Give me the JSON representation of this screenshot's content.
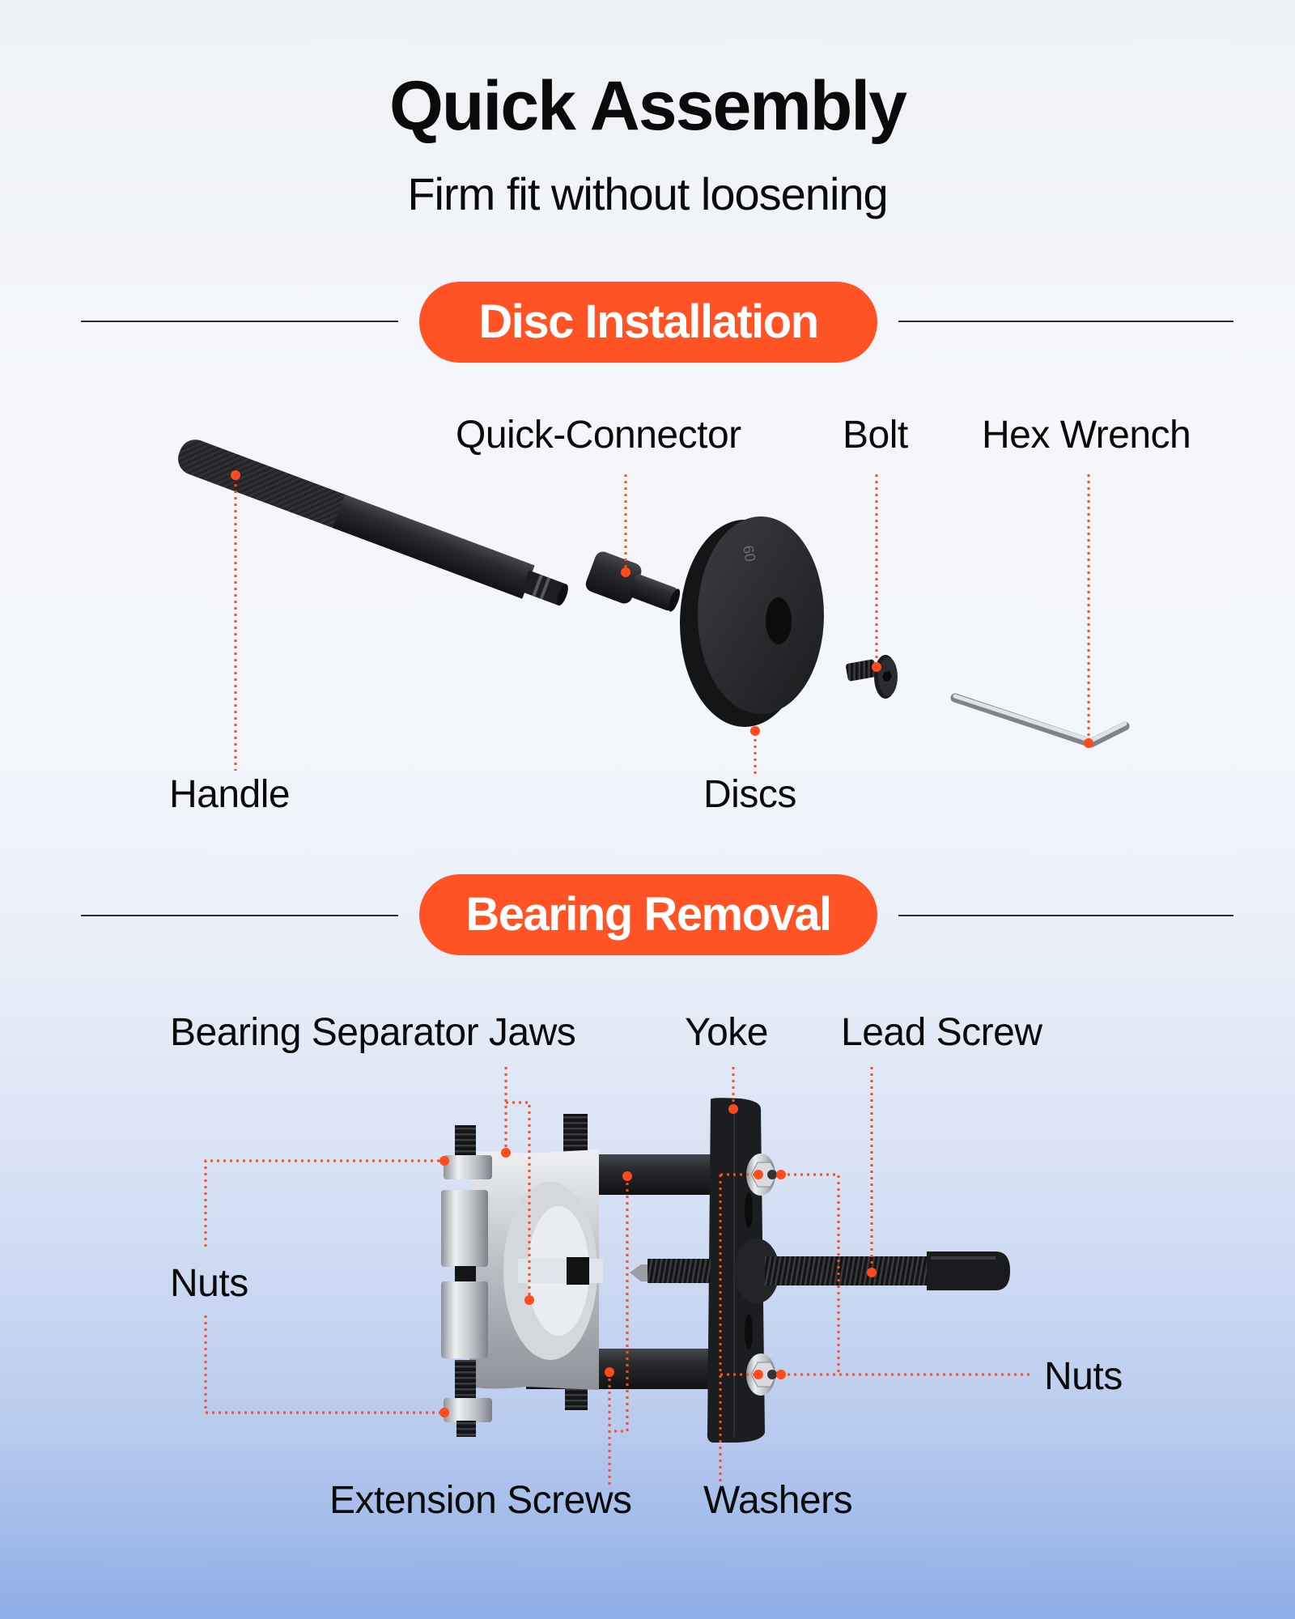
{
  "header": {
    "title": "Quick Assembly",
    "subtitle": "Firm fit without loosening"
  },
  "sections": [
    {
      "title": "Disc Installation",
      "labels": {
        "handle": "Handle",
        "quick_connector": "Quick-Connector",
        "bolt": "Bolt",
        "hex_wrench": "Hex Wrench",
        "discs": "Discs"
      },
      "disc_marking": "60"
    },
    {
      "title": "Bearing Removal",
      "labels": {
        "bearing_separator_jaws": "Bearing Separator Jaws",
        "yoke": "Yoke",
        "lead_screw": "Lead Screw",
        "nuts_left": "Nuts",
        "nuts_right": "Nuts",
        "extension_screws": "Extension Screws",
        "washers": "Washers"
      }
    }
  ],
  "colors": {
    "accent": "#ff5325",
    "leader_line": "#ff4a1c",
    "text": "#0a0a0a",
    "tool_black": "#1c1d20",
    "steel": "#c9ccd1"
  }
}
